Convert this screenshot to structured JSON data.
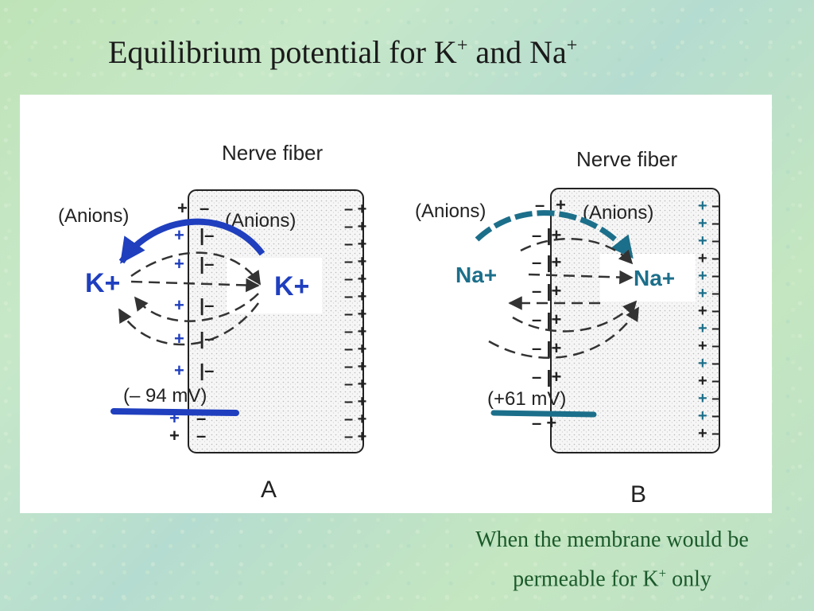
{
  "slide": {
    "title_main": "Equilibrium potential for K",
    "title_sup1": "+",
    "title_mid": " and Na",
    "title_sup2": "+",
    "caption_line1": "When the membrane would be",
    "caption_line2_a": "permeable for K",
    "caption_line2_sup": "+",
    "caption_line2_b": " only"
  },
  "panel_a": {
    "fiber_label": "Nerve fiber",
    "anions_left": "(Anions)",
    "anions_right": "(Anions)",
    "ion_left": "K+",
    "ion_right": "K+",
    "potential": "(– 94 mV)",
    "letter": "A"
  },
  "panel_b": {
    "fiber_label": "Nerve fiber",
    "anions_left": "(Anions)",
    "anions_right": "(Anions)",
    "ion_left": "Na+",
    "ion_right": "Na+",
    "potential": "(+61 mV)",
    "letter": "B"
  },
  "colors": {
    "highlight_blue": "#1f3fbf",
    "teal": "#1c6f8a",
    "caption": "#1b5a2a"
  }
}
